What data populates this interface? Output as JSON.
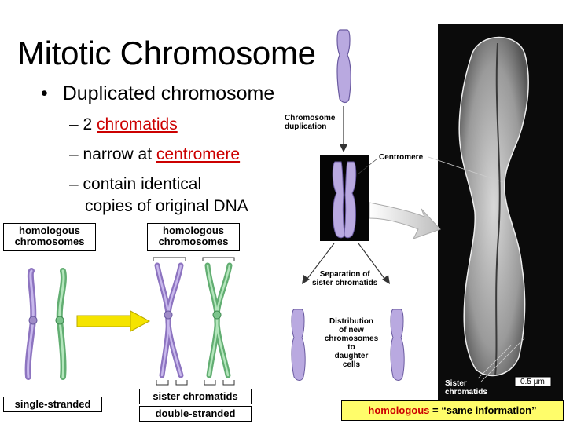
{
  "slide": {
    "title": "Mitotic Chromosome",
    "bullet": "Duplicated chromosome",
    "subpoints": [
      {
        "prefix": "– 2 ",
        "link": "chromatids"
      },
      {
        "prefix": "– narrow at ",
        "link": "centromere"
      },
      {
        "prefix": "– contain identical",
        "continuation": "copies of original DNA"
      }
    ]
  },
  "left_diagram": {
    "label_single": "homologous\nchromosomes",
    "label_double": "homologous\nchromosomes",
    "single_caption": "single-stranded",
    "sister_caption": "sister chromatids",
    "double_caption": "double-stranded"
  },
  "figure": {
    "chromosome_duplication": "Chromosome\nduplication",
    "centromere": "Centromere",
    "separation": "Separation of\nsister chromatids",
    "distribution": "Distribution\nof new\nchromosomes\nto\ndaughter\ncells",
    "sister_chromatids": "Sister\nchromatids",
    "scale": "0.5 μm"
  },
  "footer": {
    "term": "homologous",
    "definition": " = “same information”"
  },
  "colors": {
    "purple": "#a08cc8",
    "green": "#7cc48c",
    "link_red": "#cc0000",
    "arrow_yellow": "#f5e400",
    "footer_bg": "#fffd6a"
  }
}
